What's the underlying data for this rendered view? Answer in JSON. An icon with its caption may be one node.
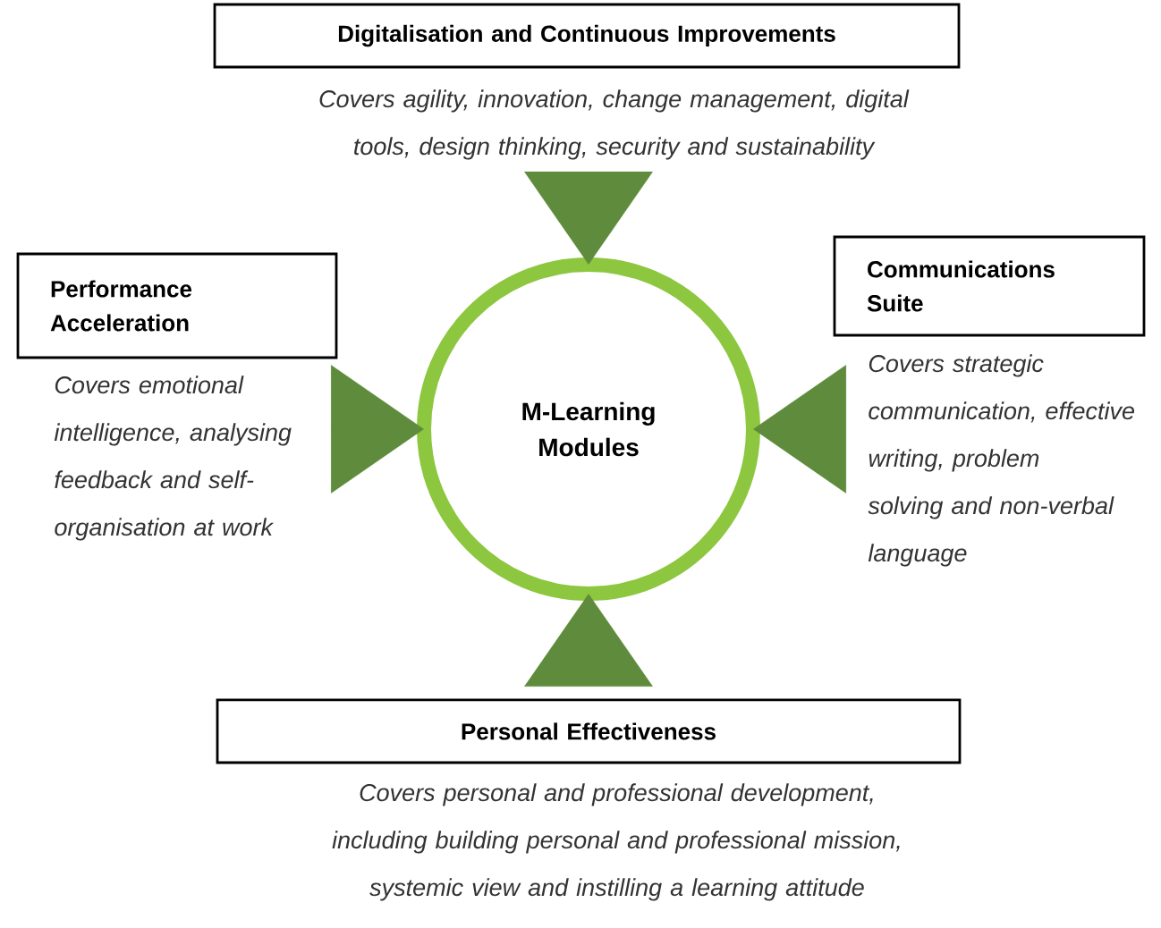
{
  "diagram": {
    "nodes": [
      {
        "text": [
          "Digitalisation and Continuous Improvements"
        ],
        "beside": [
          "Covers agility, innovation, change management, digital tools, design thinking, security and sustainability"
        ]
      },
      {
        "text": [
          "Performance Acceleration"
        ],
        "beside": [
          "Covers emotional intelligence, analysing feedback and self-organisation at work"
        ]
      },
      {
        "text": [
          "M-Learning Modules"
        ]
      },
      {
        "text": [
          "Communications Suite"
        ],
        "beside": [
          "Covers strategic communication, effective writing, problem solving and non-verbal language"
        ]
      },
      {
        "text": [
          "Personal Effectiveness"
        ],
        "beside": [
          "Covers personal and professional development, including building personal and professional mission, systemic view and instilling a learning attitude"
        ]
      }
    ],
    "edges": [
      {
        "from": null,
        "to": 2,
        "arrow": "to"
      },
      {
        "from": null,
        "to": 2,
        "arrow": "to"
      },
      {
        "from": null,
        "to": 2,
        "arrow": "to"
      },
      {
        "from": null,
        "to": 2,
        "arrow": "to"
      }
    ]
  }
}
